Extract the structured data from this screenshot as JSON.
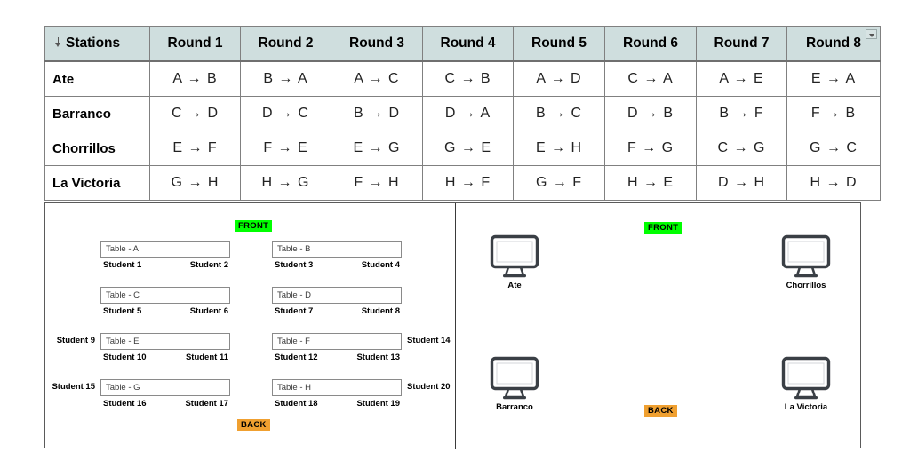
{
  "table": {
    "columns": [
      "Stations",
      "Round 1",
      "Round 2",
      "Round 3",
      "Round 4",
      "Round 5",
      "Round 6",
      "Round 7",
      "Round 8"
    ],
    "sort_icon": "sort-down-arrow-icon",
    "filter_icon": "filter-dropdown-icon",
    "rows": [
      {
        "station": "Ate",
        "moves": [
          "A → B",
          "B → A",
          "A → C",
          "C → B",
          "A → D",
          "C → A",
          "A → E",
          "E → A"
        ]
      },
      {
        "station": "Barranco",
        "moves": [
          "C → D",
          "D → C",
          "B → D",
          "D → A",
          "B → C",
          "D → B",
          "B → F",
          "F → B"
        ]
      },
      {
        "station": "Chorrillos",
        "moves": [
          "E → F",
          "F → E",
          "E → G",
          "G → E",
          "E → H",
          "F → G",
          "C → G",
          "G → C"
        ]
      },
      {
        "station": "La Victoria",
        "moves": [
          "G → H",
          "H → G",
          "F → H",
          "H → F",
          "G → F",
          "H → E",
          "D → H",
          "H → D"
        ]
      }
    ]
  },
  "diagram": {
    "classroom": {
      "front_badge": "FRONT",
      "back_badge": "BACK",
      "tables": [
        {
          "label": "Table - A",
          "seat_left": "Student 1",
          "seat_right": "Student 2",
          "side_left": "",
          "side_right": ""
        },
        {
          "label": "Table - B",
          "seat_left": "Student 3",
          "seat_right": "Student 4",
          "side_left": "",
          "side_right": ""
        },
        {
          "label": "Table - C",
          "seat_left": "Student 5",
          "seat_right": "Student 6",
          "side_left": "",
          "side_right": ""
        },
        {
          "label": "Table - D",
          "seat_left": "Student 7",
          "seat_right": "Student 8",
          "side_left": "",
          "side_right": ""
        },
        {
          "label": "Table - E",
          "seat_left": "Student 10",
          "seat_right": "Student 11",
          "side_left": "Student 9",
          "side_right": ""
        },
        {
          "label": "Table - F",
          "seat_left": "Student 12",
          "seat_right": "Student 13",
          "side_left": "",
          "side_right": "Student 14"
        },
        {
          "label": "Table - G",
          "seat_left": "Student 16",
          "seat_right": "Student 17",
          "side_left": "Student 15",
          "side_right": ""
        },
        {
          "label": "Table - H",
          "seat_left": "Student 18",
          "seat_right": "Student 19",
          "side_left": "",
          "side_right": "Student 20"
        }
      ]
    },
    "stations": {
      "front_badge": "FRONT",
      "back_badge": "BACK",
      "items": [
        {
          "name": "Ate",
          "icon": "monitor-icon"
        },
        {
          "name": "Chorrillos",
          "icon": "monitor-icon"
        },
        {
          "name": "Barranco",
          "icon": "monitor-icon"
        },
        {
          "name": "La Victoria",
          "icon": "monitor-icon"
        }
      ]
    }
  },
  "colors": {
    "header_bg": "#cfdede",
    "front_badge_bg": "#00ff00",
    "back_badge_bg": "#f0a030",
    "border": "#808080"
  }
}
